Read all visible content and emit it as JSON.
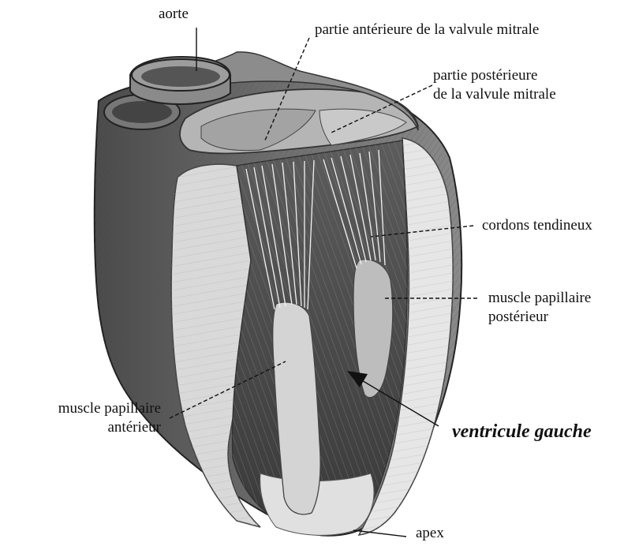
{
  "diagram": {
    "labels": {
      "aorta": "aorte",
      "mitral_anterior": "partie antérieure de la valvule mitrale",
      "mitral_posterior_line1": "partie postérieure",
      "mitral_posterior_line2": "de la valvule mitrale",
      "chordae": "cordons tendineux",
      "posterior_papillary_line1": "muscle papillaire",
      "posterior_papillary_line2": "postérieur",
      "anterior_papillary_line1": "muscle papillaire",
      "anterior_papillary_line2": "antérieur",
      "left_ventricle": "ventricule gauche",
      "apex": "apex"
    }
  }
}
